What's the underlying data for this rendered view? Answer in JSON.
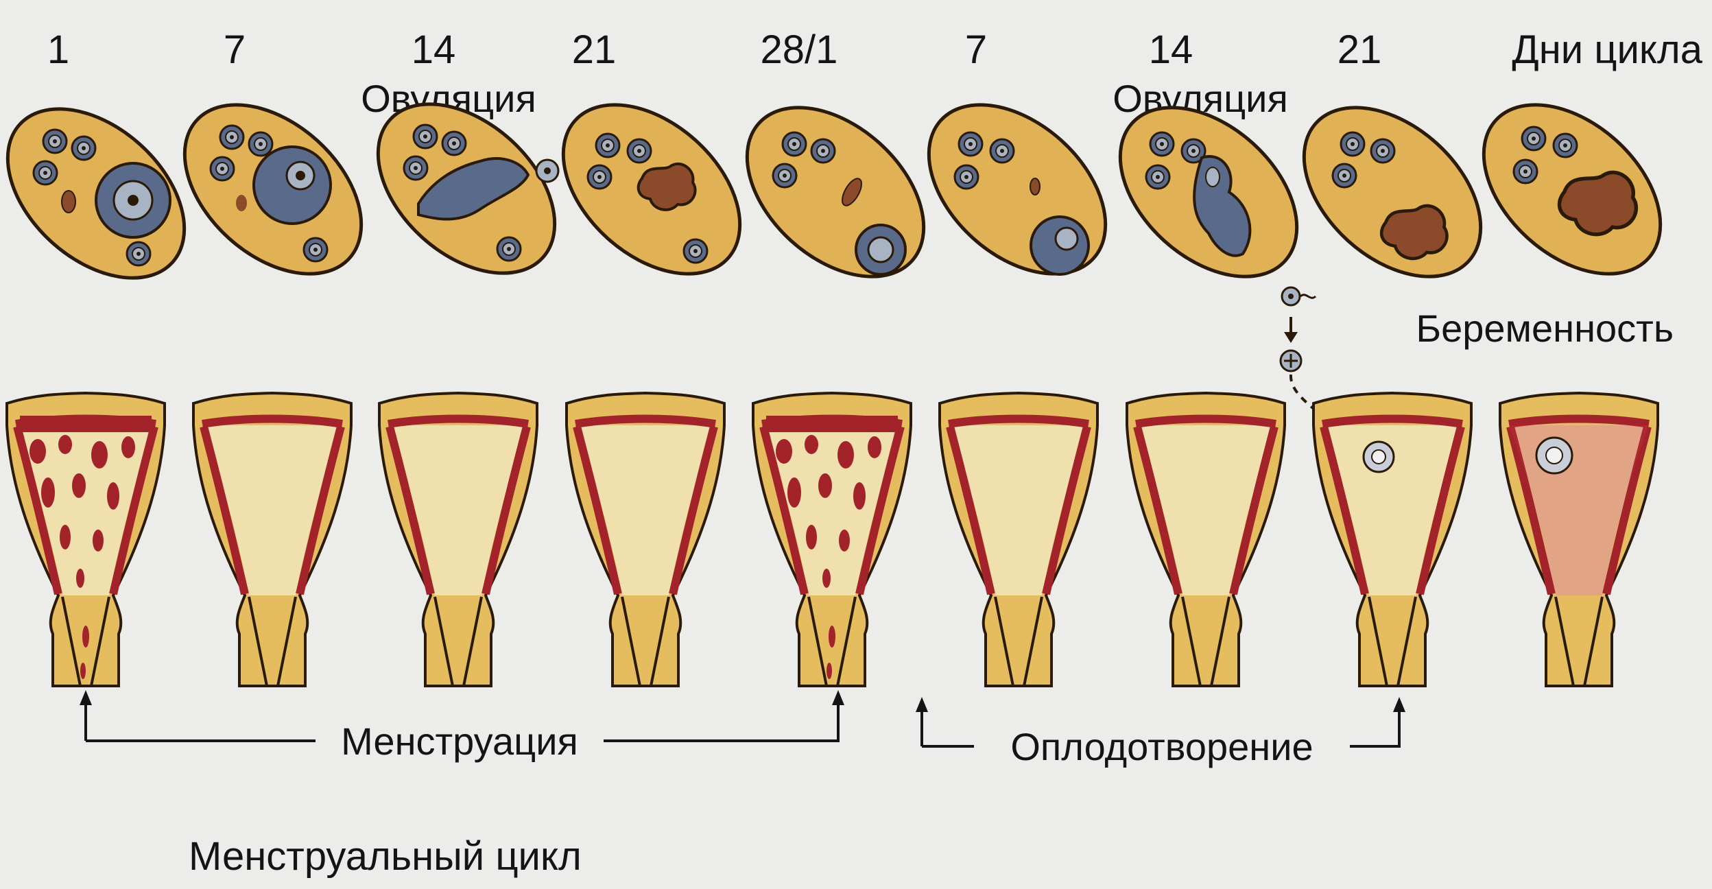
{
  "colors": {
    "page_bg": "#ececea",
    "ovary_fill": "#e1b255",
    "ovary_edge": "#2a1a08",
    "follicle": "#5a6a8a",
    "follicle_light": "#a8b4c4",
    "corpus_luteum": "#8b4a2a",
    "uterus_tissue": "#e5bd5f",
    "endometrium": "#a2232a",
    "cavity": "#efe0ad"
  },
  "days": [
    "1",
    "7",
    "14",
    "21",
    "28/1",
    "7",
    "14",
    "21"
  ],
  "cycle_days_label": "Дни цикла",
  "ovulation_labels": [
    "Овуляция",
    "Овуляция"
  ],
  "pregnancy_label": "Беременность",
  "menstruation_label": "Менструация",
  "fertilization_label": "Оплодотворение",
  "caption": "Менструальный цикл"
}
